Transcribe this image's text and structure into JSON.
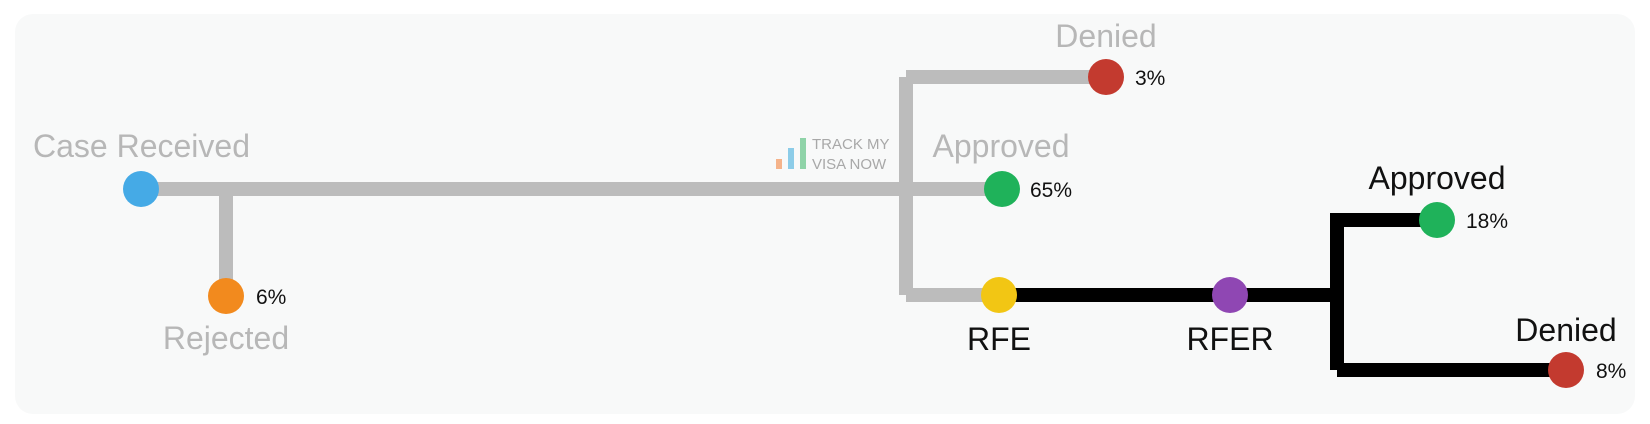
{
  "diagram": {
    "nodes": {
      "case_received": {
        "label": "Case Received",
        "color": "#45aae6"
      },
      "rejected": {
        "label": "Rejected",
        "pct": "6%",
        "color": "#f28a1e"
      },
      "denied_top": {
        "label": "Denied",
        "pct": "3%",
        "color": "#c33a2f"
      },
      "approved_mid": {
        "label": "Approved",
        "pct": "65%",
        "color": "#1fb25a"
      },
      "rfe": {
        "label": "RFE",
        "color": "#f2c614"
      },
      "rfer": {
        "label": "RFER",
        "color": "#8f47b3"
      },
      "approved_right": {
        "label": "Approved",
        "pct": "18%",
        "color": "#1fb25a"
      },
      "denied_right": {
        "label": "Denied",
        "pct": "8%",
        "color": "#c33a2f"
      }
    },
    "colors": {
      "inactive_path": "#bcbcbc",
      "active_path": "#000000",
      "inactive_text": "#b7b7b7",
      "active_text": "#111111"
    }
  },
  "logo": {
    "line1": "TRACK MY",
    "line2": "VISA NOW"
  }
}
